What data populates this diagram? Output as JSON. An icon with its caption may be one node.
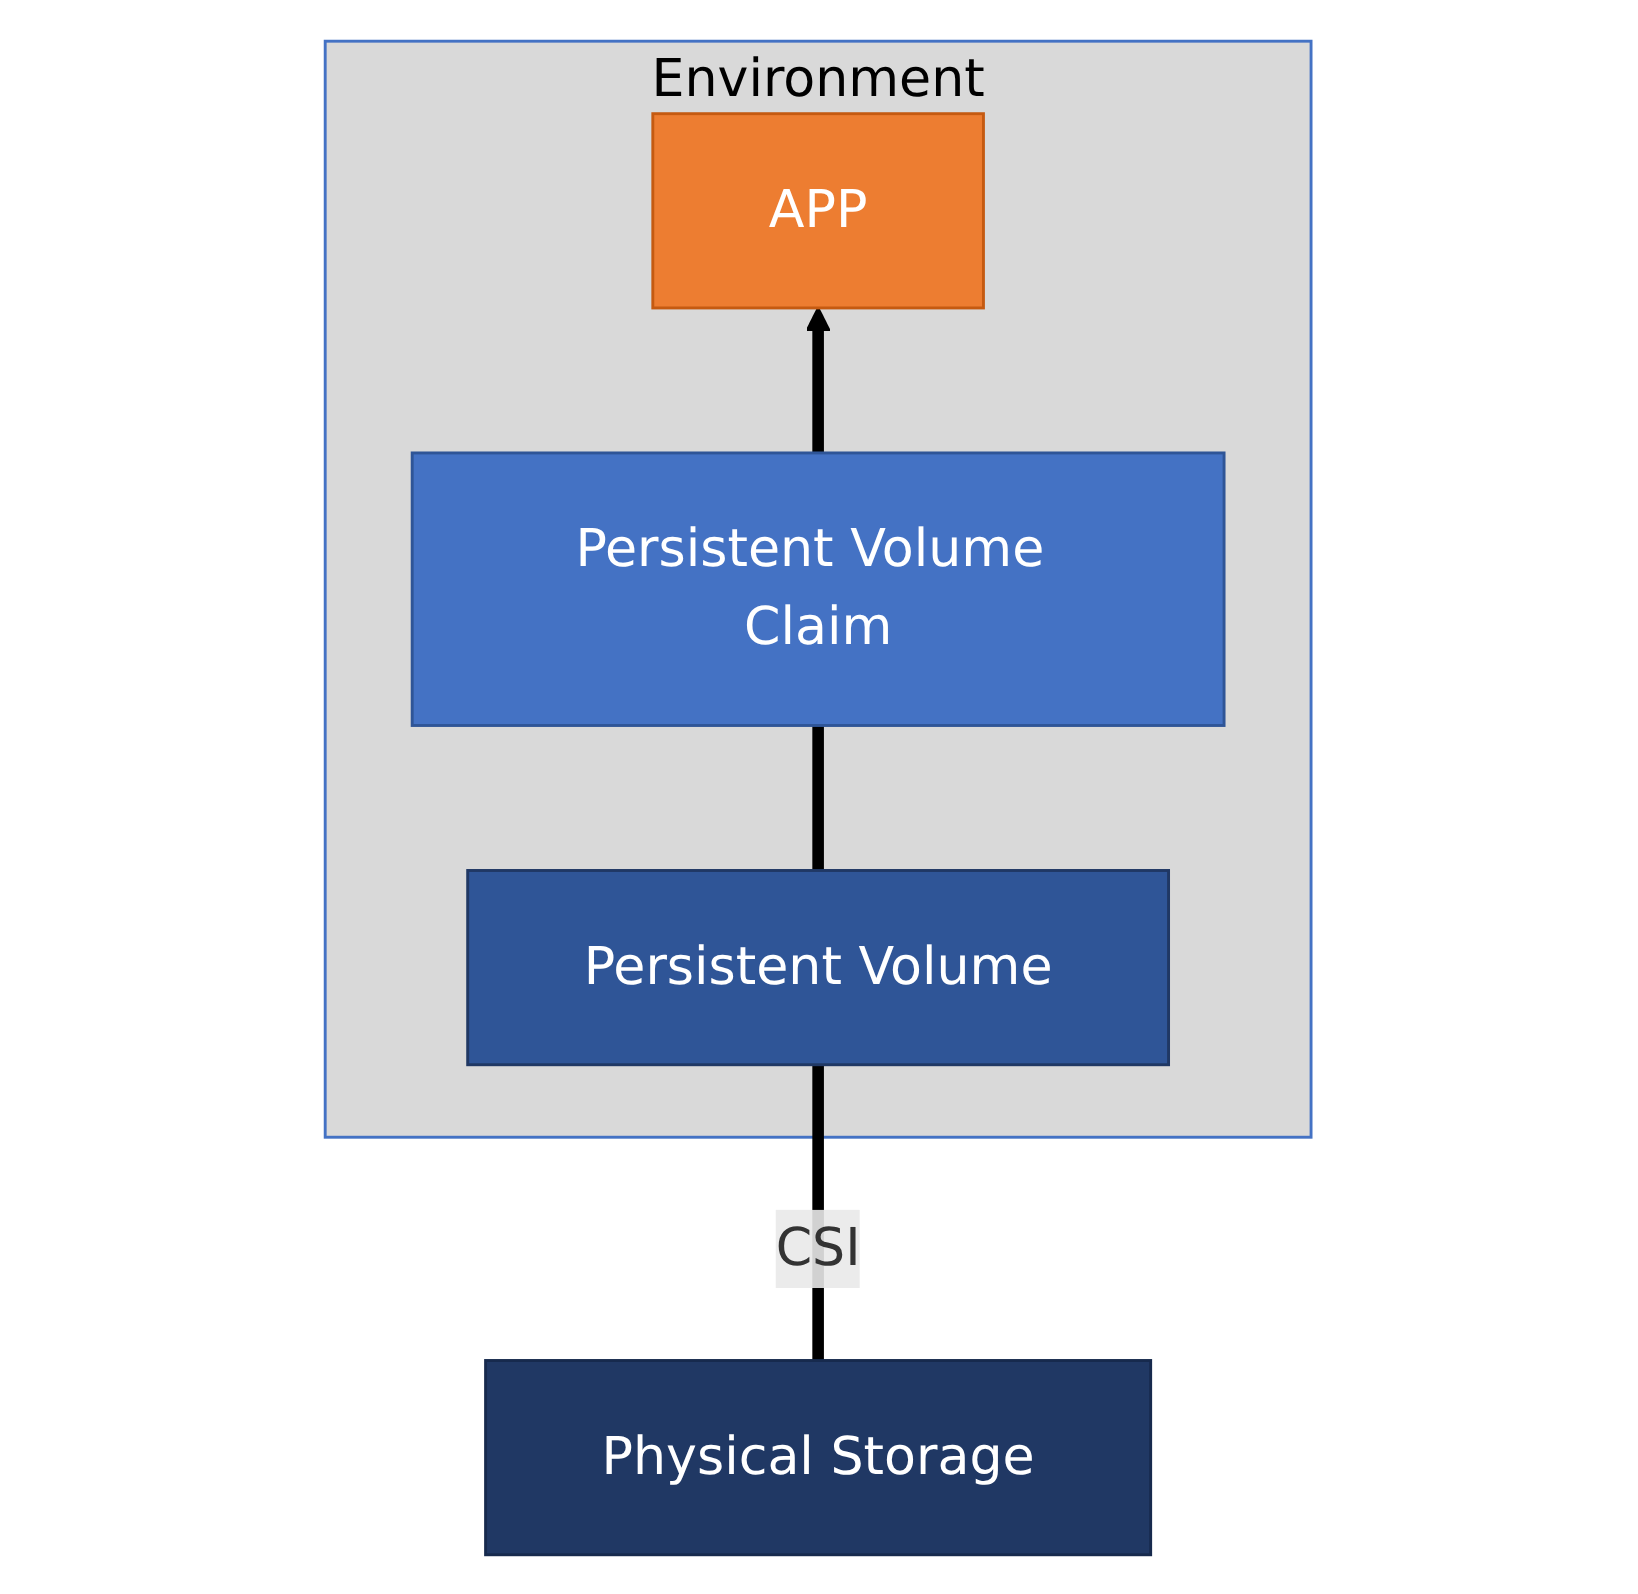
{
  "diagram": {
    "nodes": [
      {
        "text": [
          "Environment"
        ]
      },
      {
        "text": [
          "APP"
        ],
        "in": 0
      },
      {
        "text": [
          "Persistent Volume Claim"
        ],
        "in": 0
      },
      {
        "text": [
          "Persistent Volume"
        ],
        "in": 0
      },
      {
        "text": [
          "Physical Storage"
        ]
      }
    ],
    "edges": [
      {
        "from": 4,
        "to": 3,
        "arrow": "none",
        "label": "CSI"
      },
      {
        "from": 3,
        "to": 2,
        "arrow": "none"
      },
      {
        "from": 2,
        "to": 1,
        "arrow": "to"
      }
    ]
  }
}
